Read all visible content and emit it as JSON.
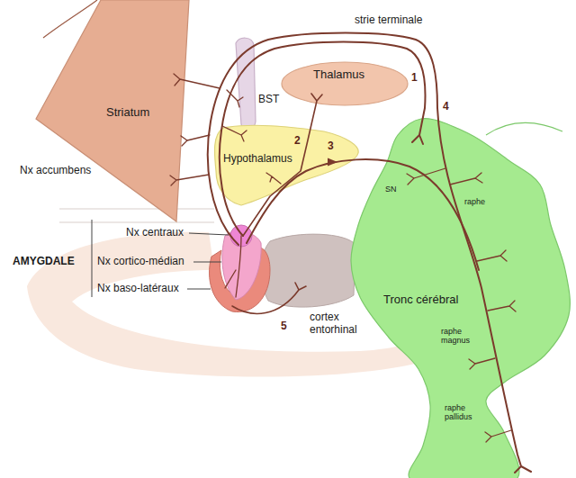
{
  "diagram": {
    "nodes": [
      {
        "text": [
          "Thalamus"
        ]
      },
      {
        "text": [
          "BST"
        ]
      },
      {
        "text": [
          "Striatum"
        ]
      },
      {
        "text": [
          "Hypothalamus"
        ]
      },
      {
        "text": [
          "Tronc cérébral"
        ]
      }
    ],
    "labels": [
      "strie terminale",
      "1",
      "4",
      "2",
      "3",
      "Nx accumbens",
      "Nx centraux",
      "AMYGDALE",
      "Nx cortico-médian",
      "Nx baso-latéraux",
      "SN",
      "raphe",
      "cortex entorhinal",
      "5",
      "raphe magnus",
      "raphe pallidus"
    ]
  }
}
